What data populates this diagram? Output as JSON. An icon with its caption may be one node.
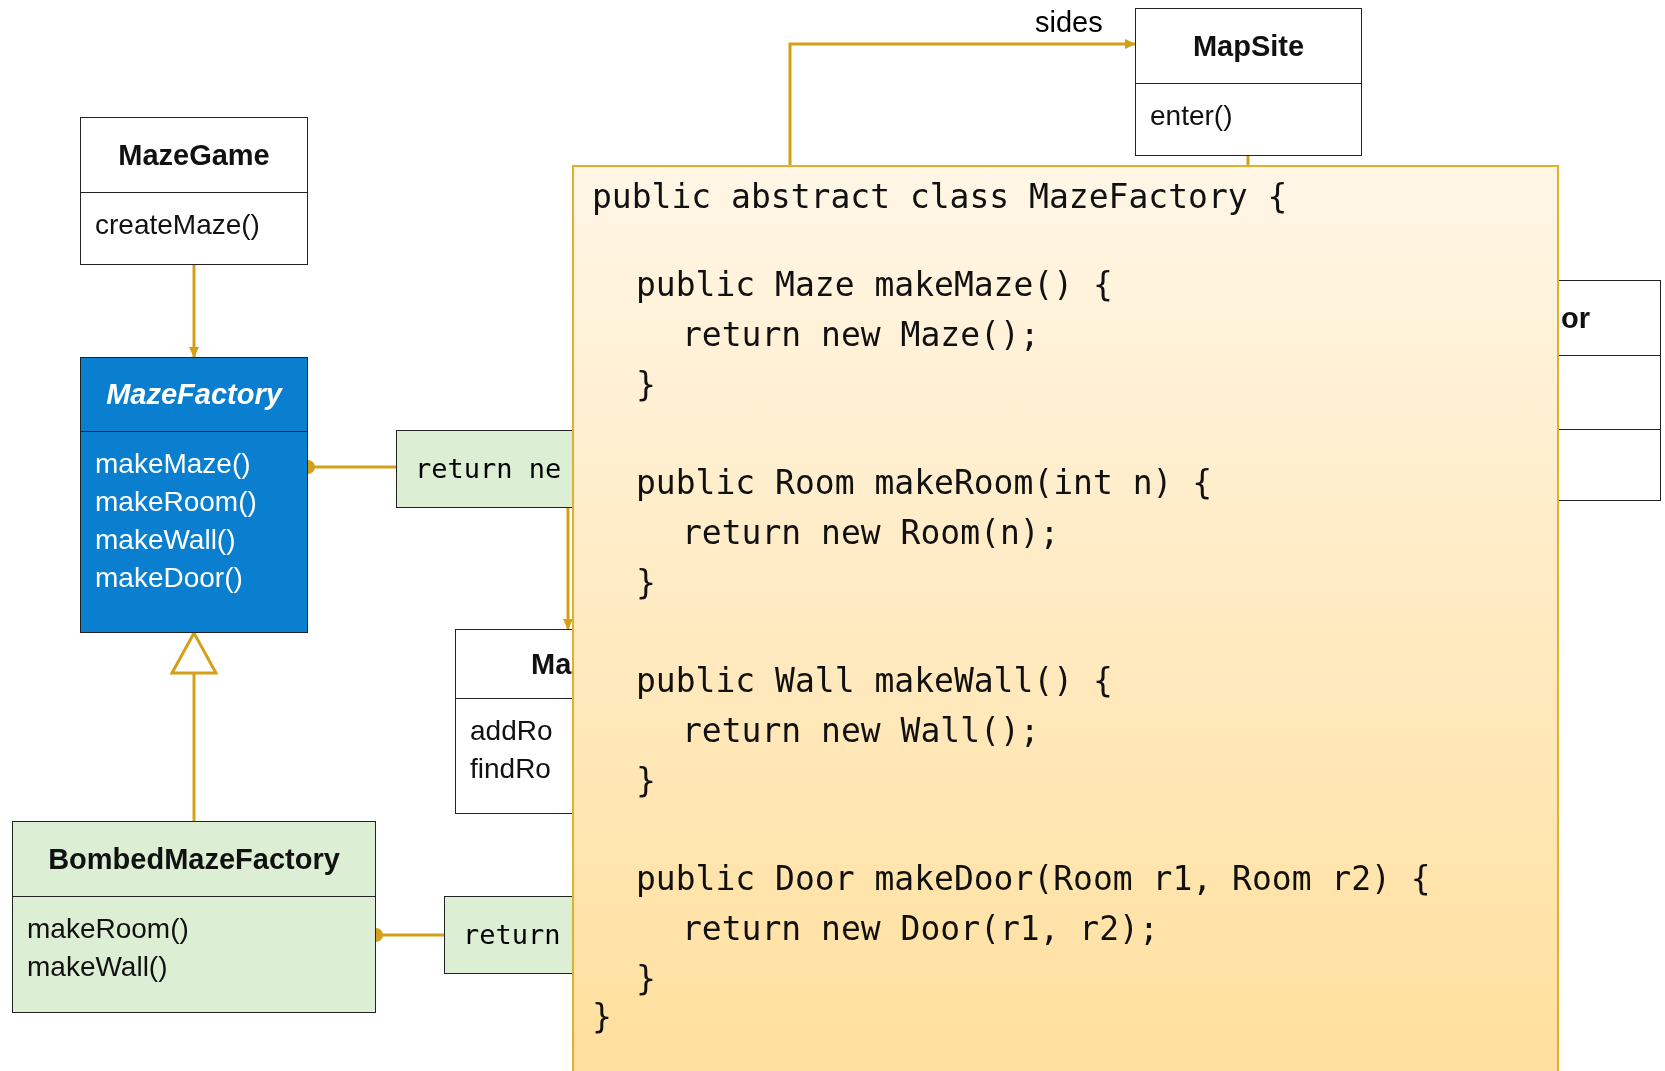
{
  "diagram": {
    "nodes": [
      {
        "text": [
          "MazeGame",
          "createMaze()"
        ]
      },
      {
        "text": [
          "MazeFactory",
          "makeMaze() makeRoom() makeWall() makeDoor()"
        ]
      },
      {
        "text": [
          "return ne"
        ]
      },
      {
        "text": [
          "Ma",
          "addRo findRo"
        ]
      },
      {
        "text": [
          "BombedMazeFactory",
          "makeRoom() makeWall()"
        ]
      },
      {
        "text": [
          "return"
        ]
      },
      {
        "text": [
          "MapSite",
          "enter()"
        ]
      },
      {
        "text": [
          "or"
        ]
      },
      {
        "text": [
          "public abstract class MazeFactory {",
          "public Maze makeMaze() {",
          "return new Maze();",
          "}",
          "public Room makeRoom(int n) {",
          "return new Room(n);",
          "}",
          "public Wall makeWall() {",
          "return new Wall();",
          "}",
          "public Door makeDoor(Room r1, Room r2) {",
          "return new Door(r1, r2);",
          "}",
          "}"
        ]
      }
    ],
    "edges": [
      {
        "from": 0,
        "to": 1,
        "arrow": "to"
      },
      {
        "from": 1,
        "to": 2,
        "arrow": "other"
      },
      {
        "from": 2,
        "to": 3,
        "arrow": "to"
      },
      {
        "from": 4,
        "to": 1,
        "arrow": "to"
      },
      {
        "from": 4,
        "to": 5,
        "arrow": "other"
      },
      {
        "from": 8,
        "to": 6,
        "arrow": "to",
        "label": "sides"
      },
      {
        "from": 6,
        "to": 8,
        "arrow": "none"
      }
    ]
  }
}
